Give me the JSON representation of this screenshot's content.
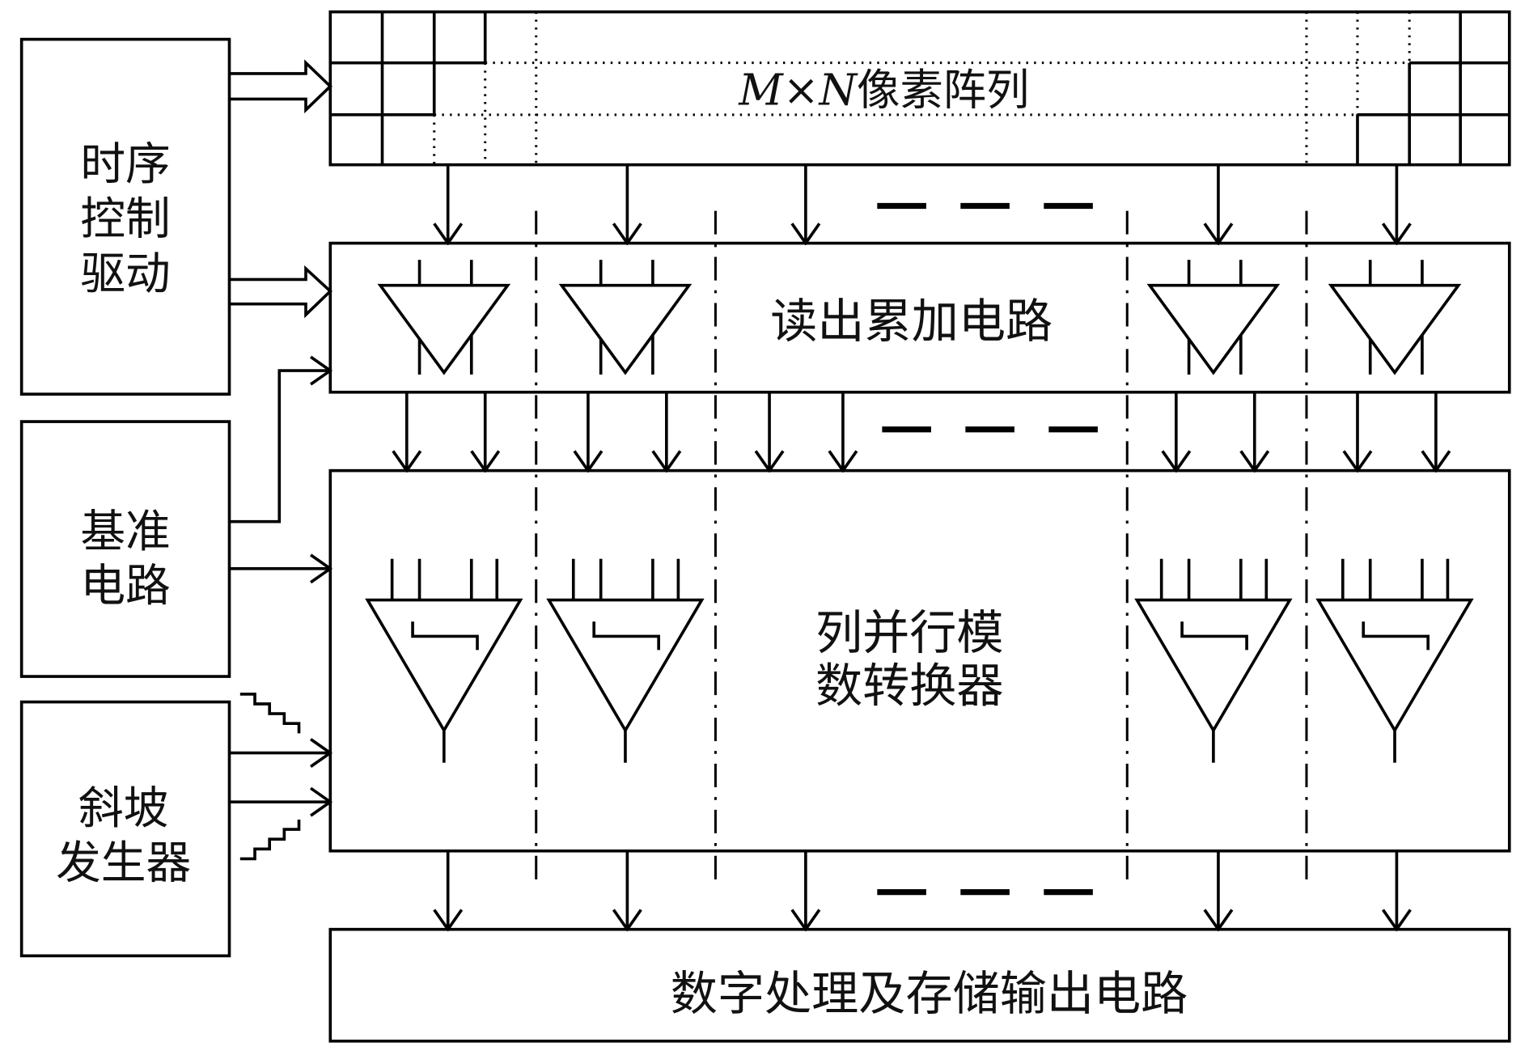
{
  "timing_control": {
    "lines": [
      "时序",
      "控制",
      "驱动"
    ]
  },
  "reference_circuit": {
    "lines": [
      "基准",
      "电路"
    ]
  },
  "ramp_generator": {
    "lines": [
      "斜坡",
      "发生器"
    ]
  },
  "pixel_array": {
    "m": "M",
    "times": "×",
    "n": "N",
    "suffix": "像素阵列"
  },
  "readout": {
    "label": "读出累加电路"
  },
  "adc": {
    "lines": [
      "列并行模",
      "数转换器"
    ]
  },
  "digital_output": {
    "label": "数字处理及存储输出电路"
  },
  "colors": {
    "stroke": "#000000",
    "background": "#ffffff"
  }
}
